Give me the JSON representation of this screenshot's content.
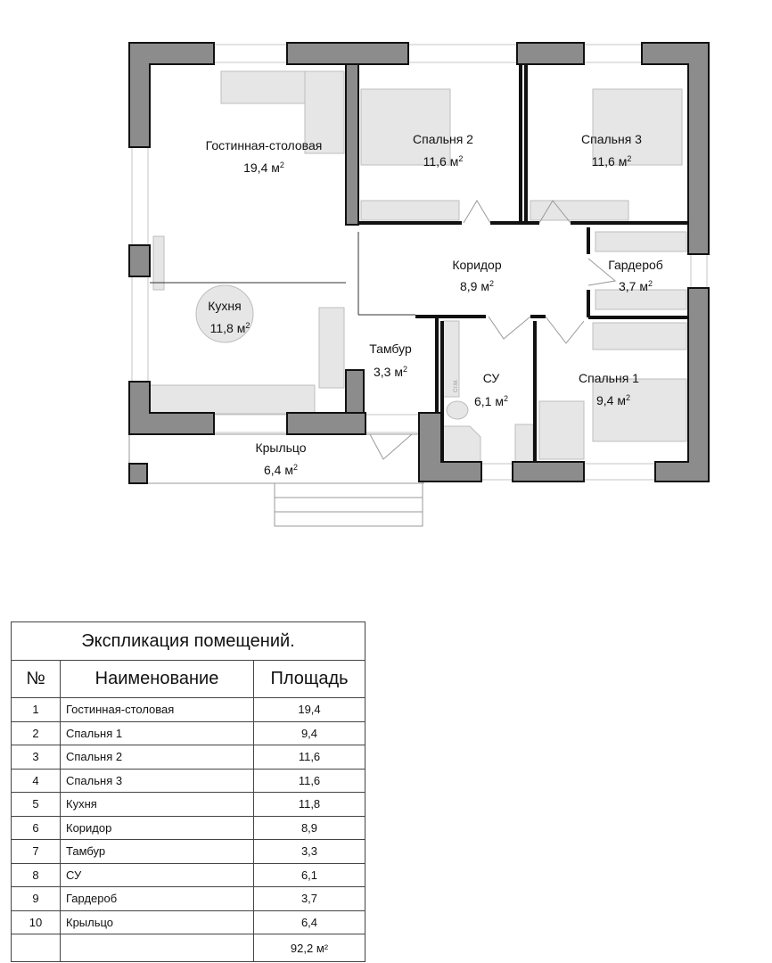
{
  "plan": {
    "unit": "м",
    "unit_sup": "2",
    "rooms": [
      {
        "name": "Гостинная-столовая",
        "area": "19,4"
      },
      {
        "name": "Спальня 2",
        "area": "11,6"
      },
      {
        "name": "Спальня 3",
        "area": "11,6"
      },
      {
        "name": "Коридор",
        "area": "8,9"
      },
      {
        "name": "Гардероб",
        "area": "3,7"
      },
      {
        "name": "Кухня",
        "area": "11,8"
      },
      {
        "name": "Тамбур",
        "area": "3,3"
      },
      {
        "name": "СУ",
        "area": "6,1"
      },
      {
        "name": "Спальня 1",
        "area": "9,4"
      },
      {
        "name": "Крыльцо",
        "area": "6,4"
      }
    ],
    "washer_label": "Ст.М."
  },
  "table": {
    "title": "Экспликация помещений.",
    "headers": [
      "№",
      "Наименование",
      "Площадь"
    ],
    "rows": [
      {
        "n": "1",
        "name": "Гостинная-столовая",
        "area": "19,4"
      },
      {
        "n": "2",
        "name": "Спальня 1",
        "area": "9,4"
      },
      {
        "n": "3",
        "name": "Спальня 2",
        "area": "11,6"
      },
      {
        "n": "4",
        "name": "Спальня 3",
        "area": "11,6"
      },
      {
        "n": "5",
        "name": "Кухня",
        "area": "11,8"
      },
      {
        "n": "6",
        "name": "Коридор",
        "area": "8,9"
      },
      {
        "n": "7",
        "name": "Тамбур",
        "area": "3,3"
      },
      {
        "n": "8",
        "name": "СУ",
        "area": "6,1"
      },
      {
        "n": "9",
        "name": "Гардероб",
        "area": "3,7"
      },
      {
        "n": "10",
        "name": "Крыльцо",
        "area": "6,4"
      }
    ],
    "total": "92,2 м²"
  }
}
